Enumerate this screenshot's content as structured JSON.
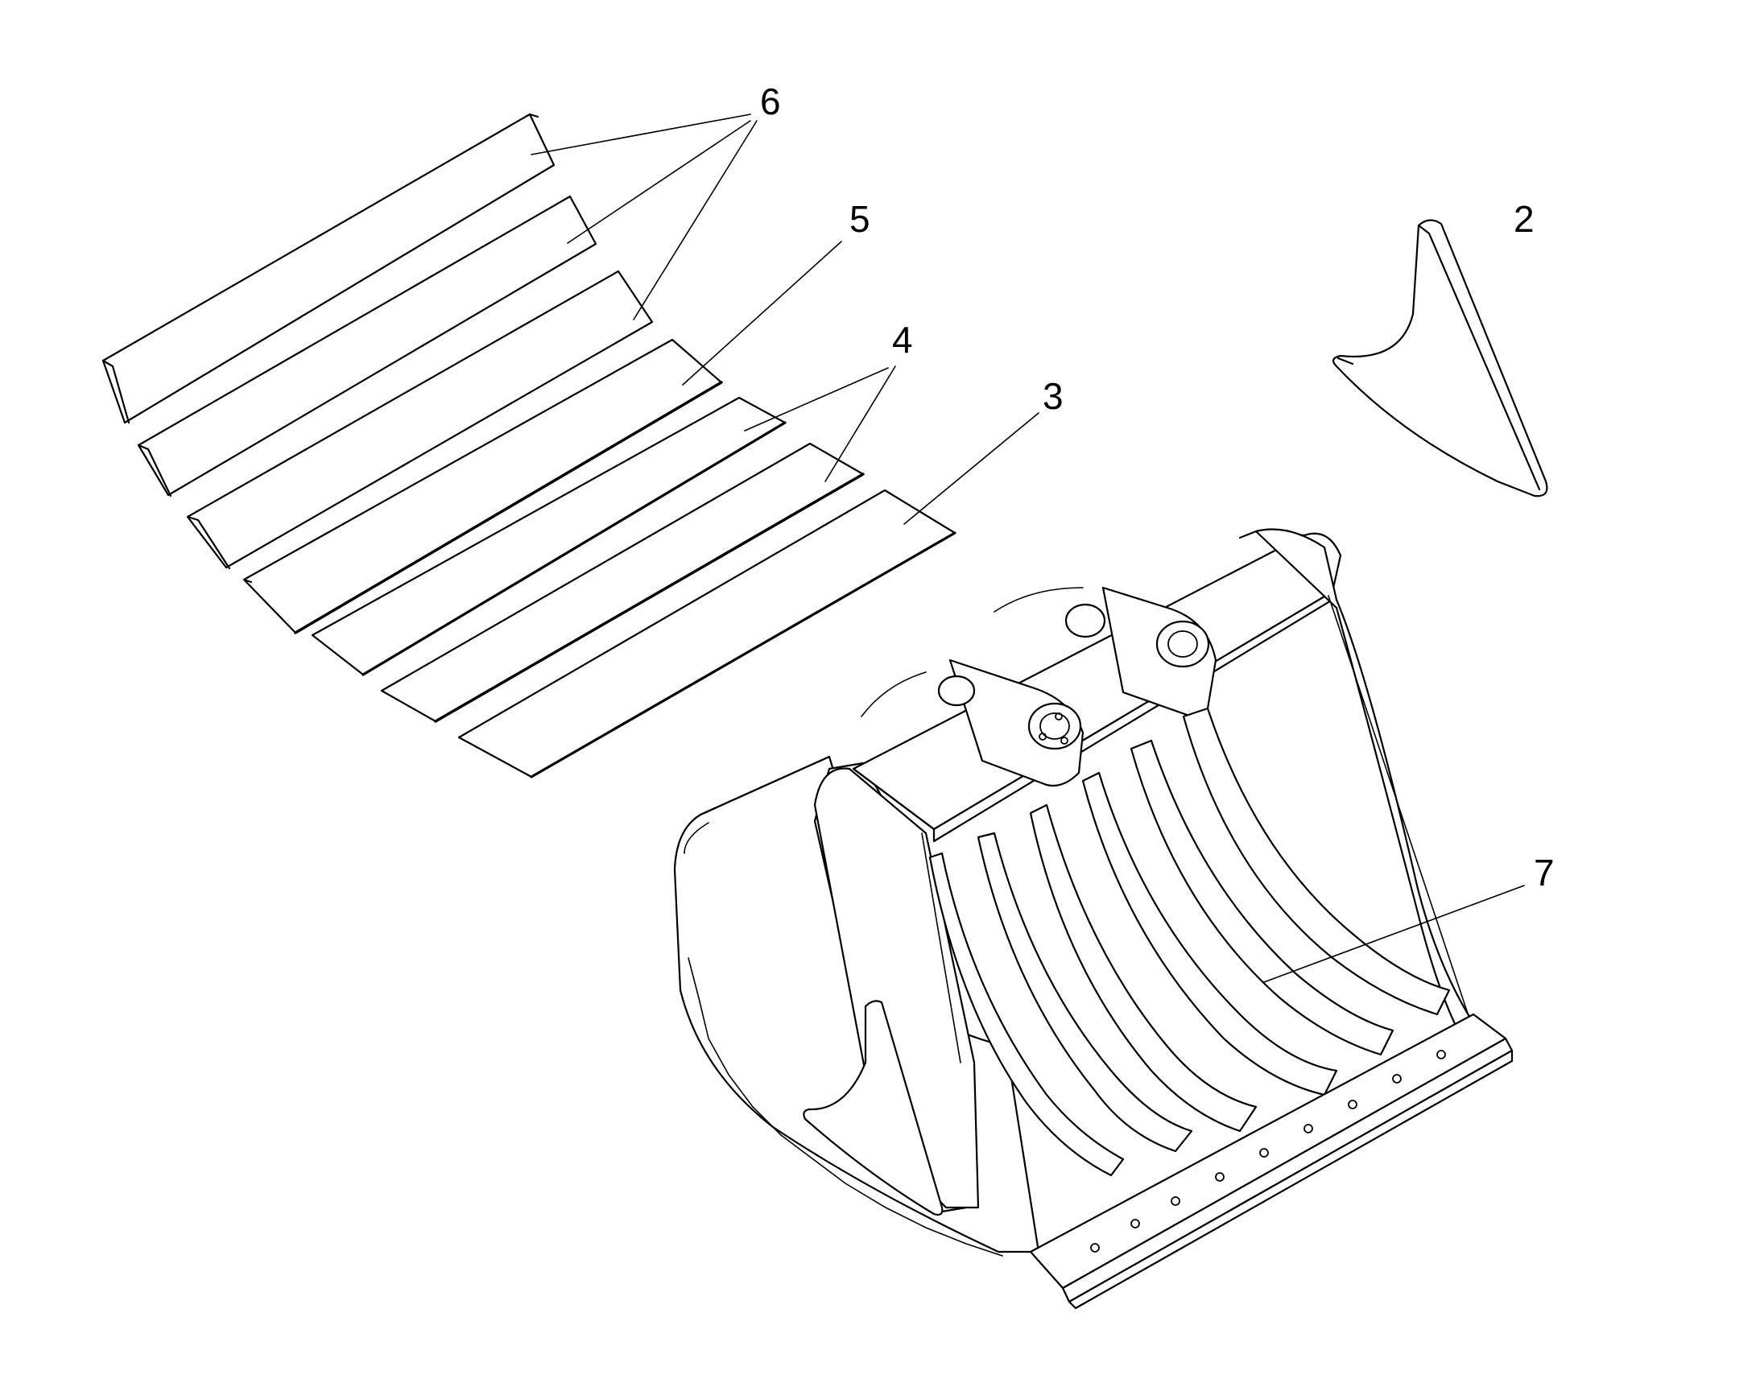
{
  "diagram": {
    "callouts": [
      {
        "id": "c6",
        "label": "6"
      },
      {
        "id": "c5",
        "label": "5"
      },
      {
        "id": "c4",
        "label": "4"
      },
      {
        "id": "c3",
        "label": "3"
      },
      {
        "id": "c2",
        "label": "2"
      },
      {
        "id": "c7",
        "label": "7"
      }
    ],
    "colors": {
      "line": "#000000",
      "background": "#ffffff"
    }
  }
}
